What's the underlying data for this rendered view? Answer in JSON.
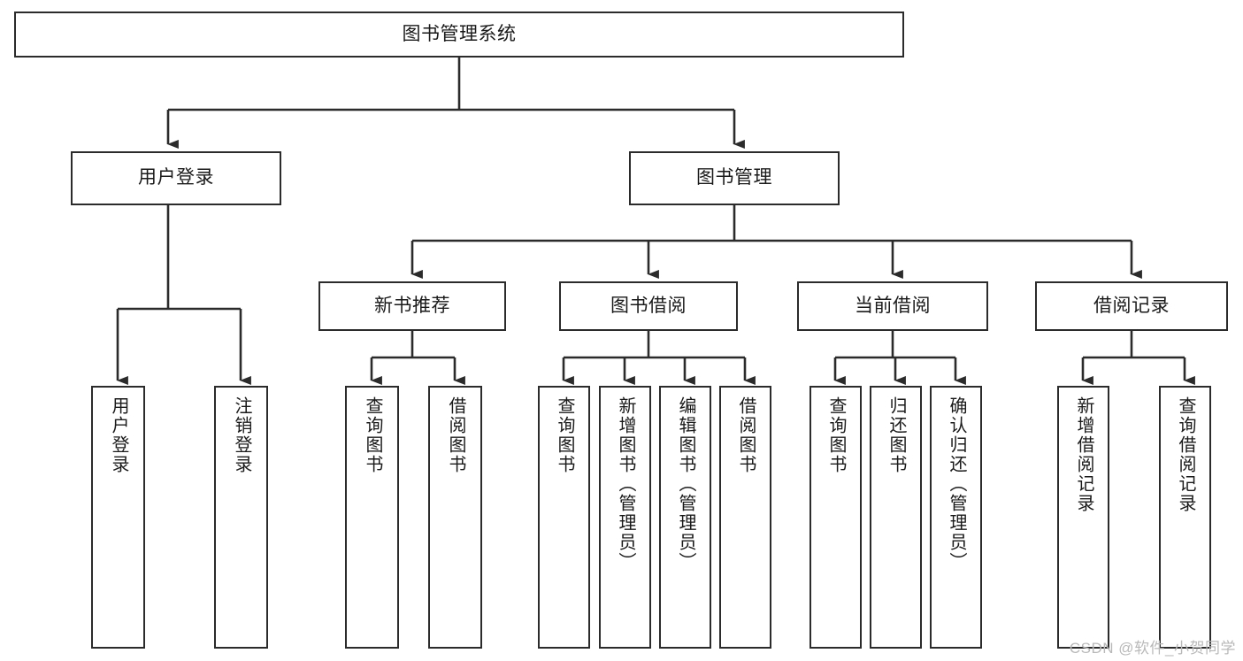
{
  "diagram": {
    "title": "图书管理系统",
    "type": "tree-hierarchy-diagram",
    "watermark": "CSDN @软件_小贺同学",
    "stroke_color": "#2b2b2b",
    "fill_color": "#ffffff",
    "text_color": "#1a1a1a",
    "watermark_color": "#b9b9b9"
  },
  "nodes": {
    "root": {
      "label": "图书管理系统"
    },
    "level2": [
      {
        "label": "用户登录"
      },
      {
        "label": "图书管理"
      }
    ],
    "level3": [
      {
        "label": "新书推荐"
      },
      {
        "label": "图书借阅"
      },
      {
        "label": "当前借阅"
      },
      {
        "label": "借阅记录"
      }
    ],
    "leaves": {
      "user_login": [
        {
          "label": "用户登录"
        },
        {
          "label": "注销登录"
        }
      ],
      "new_book": [
        {
          "label": "查询图书"
        },
        {
          "label": "借阅图书"
        }
      ],
      "book_borrow": [
        {
          "label": "查询图书"
        },
        {
          "label": "新增图书（管理员）"
        },
        {
          "label": "编辑图书（管理员）"
        },
        {
          "label": "借阅图书"
        }
      ],
      "current_borrow": [
        {
          "label": "查询图书"
        },
        {
          "label": "归还图书"
        },
        {
          "label": "确认归还（管理员）"
        }
      ],
      "borrow_record": [
        {
          "label": "新增借阅记录"
        },
        {
          "label": "查询借阅记录"
        }
      ]
    }
  }
}
